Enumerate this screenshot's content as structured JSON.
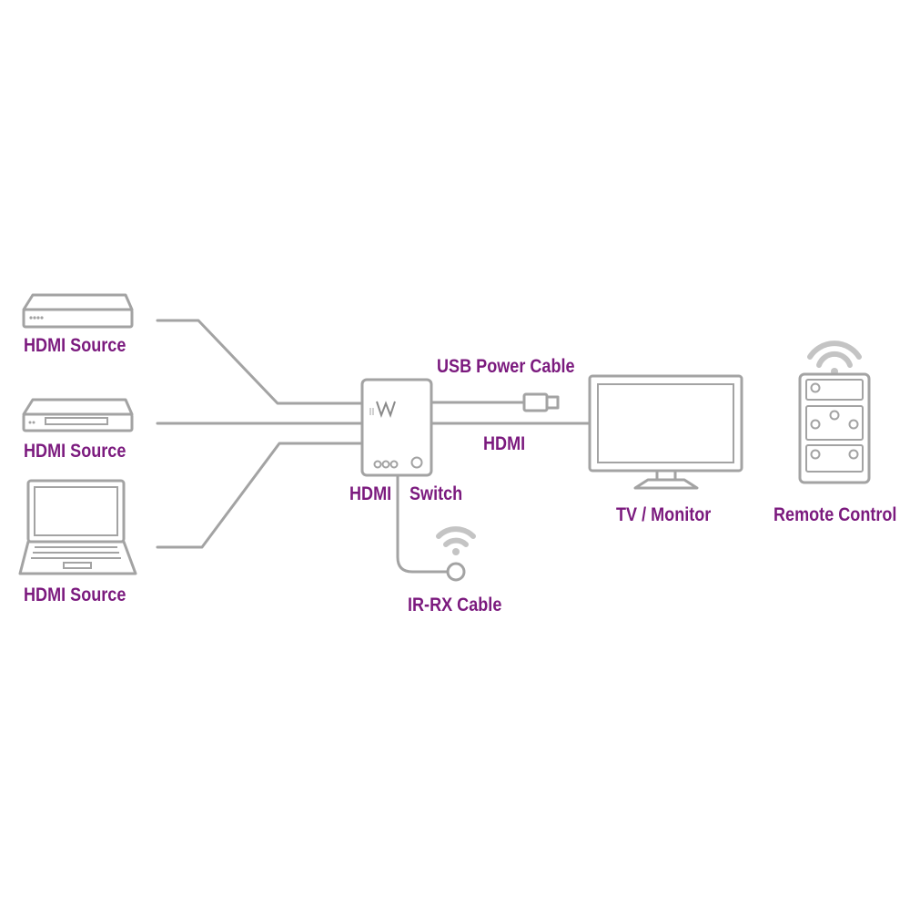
{
  "colors": {
    "label": "#7b1a7e",
    "line": "#a3a3a3",
    "background": "#ffffff"
  },
  "labels": {
    "source1": "HDMI Source",
    "source2": "HDMI Source",
    "source3": "HDMI Source",
    "usb_power_cable": "USB Power Cable",
    "hdmi_out": "HDMI",
    "switch_hdmi": "HDMI",
    "switch_word": "Switch",
    "ir_rx_cable": "IR-RX Cable",
    "tv_monitor": "TV / Monitor",
    "remote_control": "Remote Control"
  },
  "icons": {
    "source1": "set-top-box-icon",
    "source2": "media-player-icon",
    "source3": "laptop-icon",
    "switch": "hdmi-switch-icon",
    "usb": "usb-plug-icon",
    "ir": "ir-receiver-icon",
    "tv": "monitor-icon",
    "remote": "remote-control-icon"
  }
}
